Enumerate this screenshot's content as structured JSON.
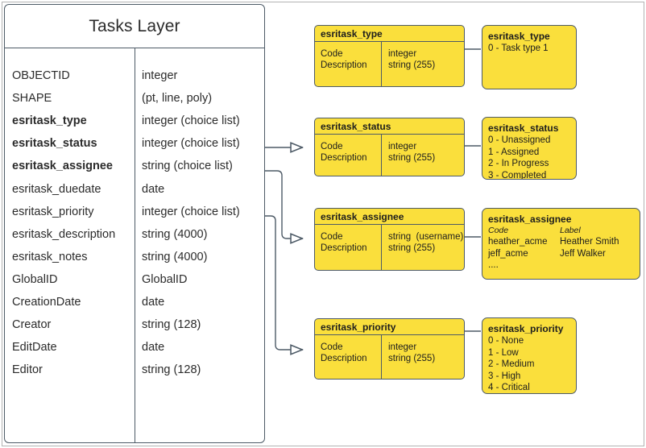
{
  "diagram": {
    "title": "Tasks Layer Schema Diagram",
    "accent_yellow": "#FADF3C",
    "line_color": "#4D5A66"
  },
  "layer_table": {
    "title": "Tasks Layer",
    "fields": [
      {
        "name": "OBJECTID",
        "type": "integer",
        "bold": false
      },
      {
        "name": "SHAPE",
        "type": "(pt, line, poly)",
        "bold": false
      },
      {
        "name": "esritask_type",
        "type": "integer (choice list)",
        "bold": true
      },
      {
        "name": "esritask_status",
        "type": "integer (choice list)",
        "bold": true
      },
      {
        "name": "esritask_assignee",
        "type": "string (choice list)",
        "bold": true
      },
      {
        "name": "esritask_duedate",
        "type": "date",
        "bold": false
      },
      {
        "name": "esritask_priority",
        "type": "integer (choice list)",
        "bold": false
      },
      {
        "name": "esritask_description",
        "type": "string (4000)",
        "bold": false
      },
      {
        "name": "esritask_notes",
        "type": "string (4000)",
        "bold": false
      },
      {
        "name": "GlobalID",
        "type": "GlobalID",
        "bold": false
      },
      {
        "name": "CreationDate",
        "type": "date",
        "bold": false
      },
      {
        "name": "Creator",
        "type": "string (128)",
        "bold": false
      },
      {
        "name": "EditDate",
        "type": "date",
        "bold": false
      },
      {
        "name": "Editor",
        "type": "string (128)",
        "bold": false
      }
    ]
  },
  "domain_boxes": [
    {
      "title": "esritask_type",
      "left_labels": [
        "Code",
        "Description"
      ],
      "right_labels": [
        "integer",
        "string (255)"
      ]
    },
    {
      "title": "esritask_status",
      "left_labels": [
        "Code",
        "Description"
      ],
      "right_labels": [
        "integer",
        "string (255)"
      ]
    },
    {
      "title": "esritask_assignee",
      "left_labels": [
        "Code",
        "Description"
      ],
      "right_labels": [
        "string  (username)",
        "string (255)"
      ]
    },
    {
      "title": "esritask_priority",
      "left_labels": [
        "Code",
        "Description"
      ],
      "right_labels": [
        "integer",
        "string (255)"
      ]
    }
  ],
  "value_boxes": {
    "type": {
      "title": "esritask_type",
      "values": [
        "0 - Task type 1"
      ]
    },
    "status": {
      "title": "esritask_status",
      "values": [
        "0 - Unassigned",
        "1 - Assigned",
        "2 - In Progress",
        "3 - Completed"
      ]
    },
    "assignee": {
      "title": "esritask_assignee",
      "col_headers": [
        "Code",
        "Label"
      ],
      "rows": [
        [
          "heather_acme",
          "Heather Smith"
        ],
        [
          "jeff_acme",
          "Jeff Walker"
        ],
        [
          "....",
          ""
        ]
      ]
    },
    "priority": {
      "title": "esritask_priority",
      "values": [
        "0 - None",
        "1 - Low",
        "2 - Medium",
        "3 - High",
        "4 - Critical"
      ]
    }
  }
}
